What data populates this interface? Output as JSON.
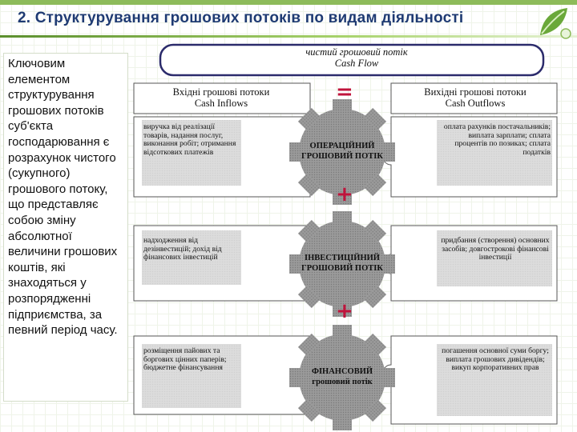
{
  "title": "2. Структурування грошових потоків по видам діяльності",
  "left_text": "Ключовим елементом структурування грошових потоків суб'єкта господарювання є розрахунок чистого (сукупного) грошового потоку, що представляє собою зміну абсолютної величини грошових коштів, які знаходяться у розпорядженні підприємства, за певний період часу.",
  "net_flow": {
    "line1": "чистий грошовий потік",
    "line2": "Cash Flow"
  },
  "inflows_header": {
    "line1": "Вхідні грошові потоки",
    "line2": "Cash Inflows"
  },
  "outflows_header": {
    "line1": "Вихідні грошові потоки",
    "line2": "Cash Outflows"
  },
  "operators": {
    "equals": "=",
    "plus1": "+",
    "plus2": "+"
  },
  "activities": [
    {
      "name_line1": "ОПЕРАЦІЙНИЙ",
      "name_line2": "ГРОШОВИЙ ПОТІК",
      "inflow": "виручка від реалізації товарів, надання послуг, виконання робіт; отримання відсоткових платежів",
      "outflow": "оплата рахунків постачальників; виплата зарплати; сплата процентів по позиках; сплата податків"
    },
    {
      "name_line1": "ІНВЕСТИЦІЙНИЙ",
      "name_line2": "ГРОШОВИЙ ПОТІК",
      "inflow": "надходження від дезінвестицій; дохід від фінансових інвестицій",
      "outflow": "придбання (створення) основних засобів; довгострокові фінансові інвестиції"
    },
    {
      "name_line1": "ФІНАНСОВИЙ",
      "name_line2": "грошовий потік",
      "inflow": "розміщення пайових та боргових цінних паперів; бюджетне фінансування",
      "outflow": "погашення основної суми боргу; виплата грошових дивідендів; викуп корпоративних прав"
    }
  ],
  "colors": {
    "title": "#1f3b73",
    "operator": "#c0143c",
    "gear": "#a9a9a9",
    "puzzle_border": "#555555",
    "accent": "#8dbb5a"
  }
}
